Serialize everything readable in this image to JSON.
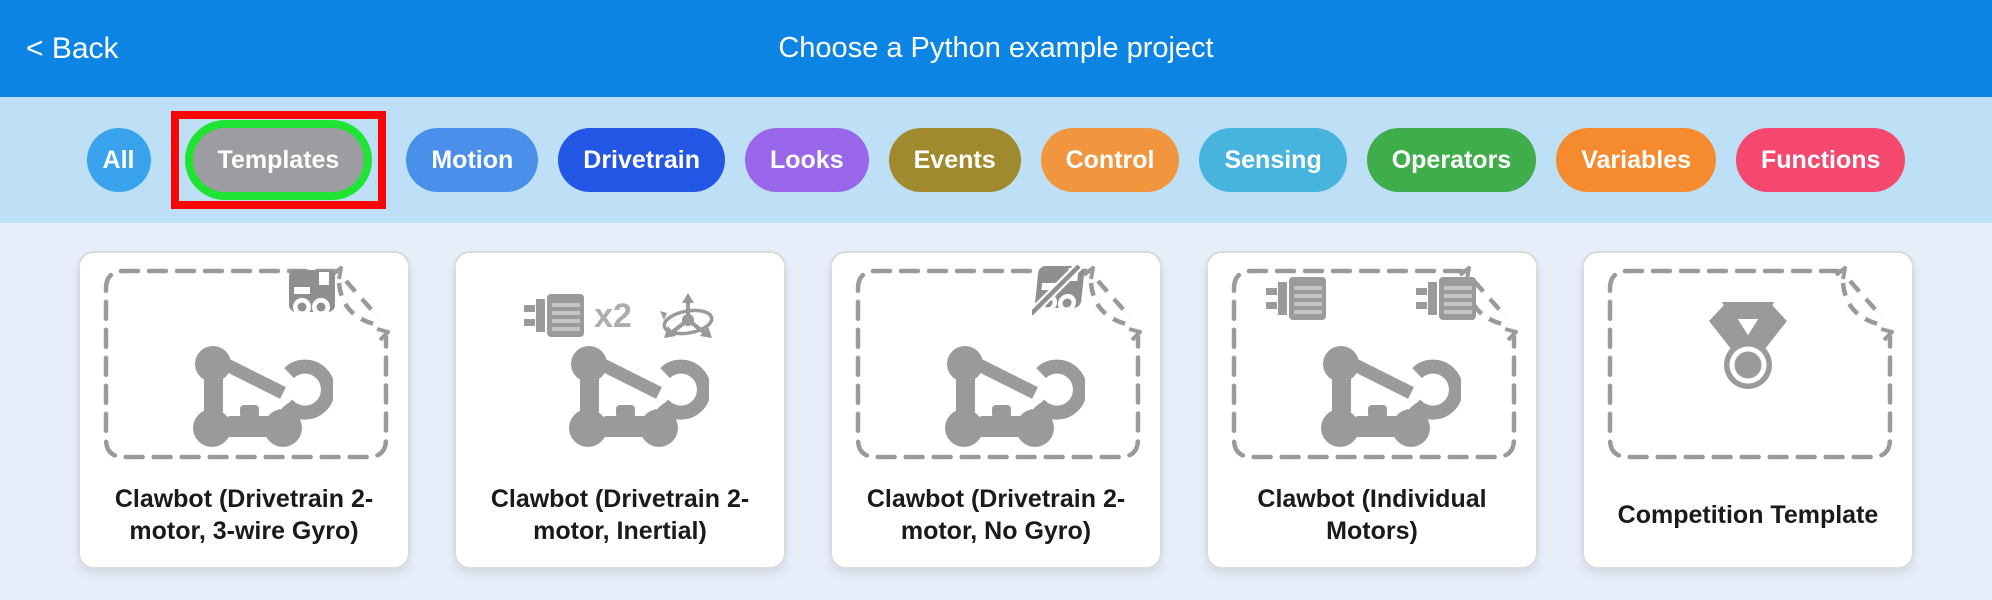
{
  "header": {
    "back_label": "< Back",
    "title": "Choose a Python example project"
  },
  "colors": {
    "header_bg": "#0B84E4",
    "filter_band_bg": "#BDE0F6",
    "main_bg": "#E7EEF9",
    "selected_ring": "#1FE433",
    "annotation_box": "#FA0504",
    "icon_gray": "#9A9A9A",
    "card_bg": "#FFFFFF"
  },
  "filters": {
    "items": [
      {
        "label": "All",
        "color": "#38A3EA",
        "selected": false
      },
      {
        "label": "Templates",
        "color": "#9C9DA1",
        "selected": true,
        "highlighted": true
      },
      {
        "label": "Motion",
        "color": "#4A8FE9",
        "selected": false
      },
      {
        "label": "Drivetrain",
        "color": "#2456E6",
        "selected": false
      },
      {
        "label": "Looks",
        "color": "#9A66E9",
        "selected": false
      },
      {
        "label": "Events",
        "color": "#A08A2E",
        "selected": false
      },
      {
        "label": "Control",
        "color": "#F2953F",
        "selected": false
      },
      {
        "label": "Sensing",
        "color": "#47B4DE",
        "selected": false
      },
      {
        "label": "Operators",
        "color": "#3EAD4A",
        "selected": false
      },
      {
        "label": "Variables",
        "color": "#F68A2E",
        "selected": false
      },
      {
        "label": "Functions",
        "color": "#F4486E",
        "selected": false
      }
    ]
  },
  "projects": [
    {
      "name": "Clawbot (Drivetrain 2-motor, 3-wire Gyro)",
      "badges": [
        "gyro-sensor"
      ],
      "dashed_frame": true
    },
    {
      "name": "Clawbot (Drivetrain 2-motor, Inertial)",
      "badges": [
        "motor",
        "inertial-sensor"
      ],
      "badge_count_label": "x2",
      "dashed_frame": false
    },
    {
      "name": "Clawbot (Drivetrain 2-motor, No Gyro)",
      "badges": [
        "no-gyro-sensor"
      ],
      "dashed_frame": true
    },
    {
      "name": "Clawbot (Individual Motors)",
      "badges": [
        "motor",
        "motor"
      ],
      "dashed_frame": true
    },
    {
      "name": "Competition Template",
      "badges": [
        "medal"
      ],
      "dashed_frame": true
    }
  ]
}
